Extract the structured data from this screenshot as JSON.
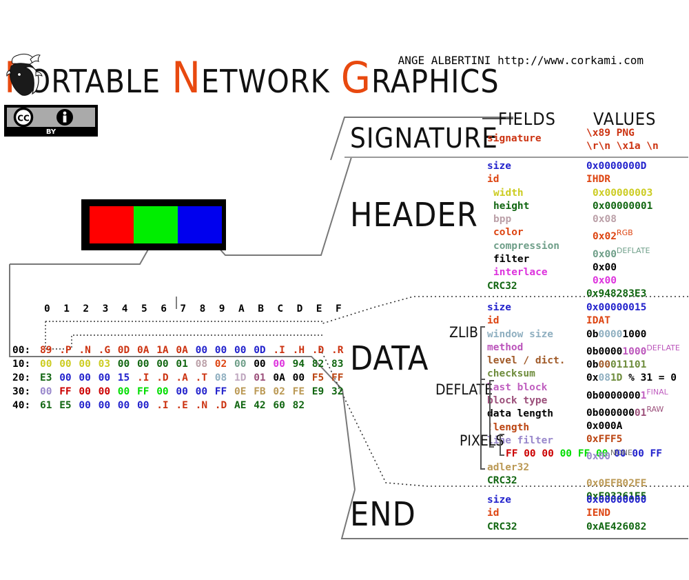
{
  "title": {
    "words": [
      "Portable",
      "Network",
      "Graphics"
    ],
    "accent_color": "#E8490F"
  },
  "author": {
    "name": "ANGE ALBERTINI",
    "url": "http://www.corkami.com",
    "avatar_icon": "face-mask-icon"
  },
  "license": {
    "badge": "cc-by-badge",
    "cc_text": "CC",
    "person_icon": "person-icon",
    "by_text": "BY"
  },
  "sample_image": {
    "name": "rgb-pixels-preview",
    "pixels": [
      "#FF0000",
      "#00EE00",
      "#0000EE"
    ]
  },
  "hexdump": {
    "columns": [
      "0",
      "1",
      "2",
      "3",
      "4",
      "5",
      "6",
      "7",
      "8",
      "9",
      "A",
      "B",
      "C",
      "D",
      "E",
      "F"
    ],
    "rows": [
      {
        "offset": "00:",
        "bytes": [
          {
            "t": "89",
            "c": "#CC3311"
          },
          {
            "t": ".P",
            "c": "#CC3311"
          },
          {
            "t": ".N",
            "c": "#CC3311"
          },
          {
            "t": ".G",
            "c": "#CC3311"
          },
          {
            "t": "0D",
            "c": "#CC3311"
          },
          {
            "t": "0A",
            "c": "#CC3311"
          },
          {
            "t": "1A",
            "c": "#CC3311"
          },
          {
            "t": "0A",
            "c": "#CC3311"
          },
          {
            "t": "00",
            "c": "#2222CC"
          },
          {
            "t": "00",
            "c": "#2222CC"
          },
          {
            "t": "00",
            "c": "#2222CC"
          },
          {
            "t": "0D",
            "c": "#2222CC"
          },
          {
            "t": ".I",
            "c": "#CC3311"
          },
          {
            "t": ".H",
            "c": "#CC3311"
          },
          {
            "t": ".D",
            "c": "#CC3311"
          },
          {
            "t": ".R",
            "c": "#CC3311"
          }
        ]
      },
      {
        "offset": "10:",
        "bytes": [
          {
            "t": "00",
            "c": "#CCCC22"
          },
          {
            "t": "00",
            "c": "#CCCC22"
          },
          {
            "t": "00",
            "c": "#CCCC22"
          },
          {
            "t": "03",
            "c": "#CCCC22"
          },
          {
            "t": "00",
            "c": "#116611"
          },
          {
            "t": "00",
            "c": "#116611"
          },
          {
            "t": "00",
            "c": "#116611"
          },
          {
            "t": "01",
            "c": "#116611"
          },
          {
            "t": "08",
            "c": "#BBA0A8"
          },
          {
            "t": "02",
            "c": "#DD4411"
          },
          {
            "t": "00",
            "c": "#6E9E88"
          },
          {
            "t": "00",
            "c": "#000000"
          },
          {
            "t": "00",
            "c": "#DD33DD"
          },
          {
            "t": "94",
            "c": "#116611"
          },
          {
            "t": "82",
            "c": "#116611"
          },
          {
            "t": "83",
            "c": "#116611"
          }
        ]
      },
      {
        "offset": "20:",
        "bytes": [
          {
            "t": "E3",
            "c": "#116611"
          },
          {
            "t": "00",
            "c": "#2222CC"
          },
          {
            "t": "00",
            "c": "#2222CC"
          },
          {
            "t": "00",
            "c": "#2222CC"
          },
          {
            "t": "15",
            "c": "#2222CC"
          },
          {
            "t": ".I",
            "c": "#CC3311"
          },
          {
            "t": ".D",
            "c": "#CC3311"
          },
          {
            "t": ".A",
            "c": "#CC3311"
          },
          {
            "t": ".T",
            "c": "#CC3311"
          },
          {
            "t": "08",
            "c": "#8FAFC0"
          },
          {
            "t": "1D",
            "c": "#C0A8C0"
          },
          {
            "t": "01",
            "c": "#9B4F7A"
          },
          {
            "t": "0A",
            "c": "#000000"
          },
          {
            "t": "00",
            "c": "#000000"
          },
          {
            "t": "F5",
            "c": "#BB4411"
          },
          {
            "t": "FF",
            "c": "#BB4411"
          }
        ]
      },
      {
        "offset": "30:",
        "bytes": [
          {
            "t": "00",
            "c": "#9988CC"
          },
          {
            "t": "FF",
            "c": "#CC0000"
          },
          {
            "t": "00",
            "c": "#CC0000"
          },
          {
            "t": "00",
            "c": "#CC0000"
          },
          {
            "t": "00",
            "c": "#00DD00"
          },
          {
            "t": "FF",
            "c": "#00DD00"
          },
          {
            "t": "00",
            "c": "#00DD00"
          },
          {
            "t": "00",
            "c": "#2222CC"
          },
          {
            "t": "00",
            "c": "#2222CC"
          },
          {
            "t": "FF",
            "c": "#2222CC"
          },
          {
            "t": "0E",
            "c": "#BB9955"
          },
          {
            "t": "FB",
            "c": "#BB9955"
          },
          {
            "t": "02",
            "c": "#BB9955"
          },
          {
            "t": "FE",
            "c": "#BB9955"
          },
          {
            "t": "E9",
            "c": "#116611"
          },
          {
            "t": "32",
            "c": "#116611"
          }
        ]
      },
      {
        "offset": "40:",
        "bytes": [
          {
            "t": "61",
            "c": "#116611"
          },
          {
            "t": "E5",
            "c": "#116611"
          },
          {
            "t": "00",
            "c": "#2222CC"
          },
          {
            "t": "00",
            "c": "#2222CC"
          },
          {
            "t": "00",
            "c": "#2222CC"
          },
          {
            "t": "00",
            "c": "#2222CC"
          },
          {
            "t": ".I",
            "c": "#CC3311"
          },
          {
            "t": ".E",
            "c": "#CC3311"
          },
          {
            "t": ".N",
            "c": "#CC3311"
          },
          {
            "t": ".D",
            "c": "#CC3311"
          },
          {
            "t": "AE",
            "c": "#116611"
          },
          {
            "t": "42",
            "c": "#116611"
          },
          {
            "t": "60",
            "c": "#116611"
          },
          {
            "t": "82",
            "c": "#116611"
          }
        ]
      }
    ]
  },
  "columns": {
    "fields": "FIELDS",
    "values": "VALUES"
  },
  "sections": [
    {
      "name": "SIGNATURE"
    },
    {
      "name": "HEADER"
    },
    {
      "name": "DATA",
      "groups": [
        "ZLIB",
        "DEFLATE",
        "PIXELS"
      ]
    },
    {
      "name": "END"
    }
  ],
  "signature": {
    "rows": [
      {
        "field": "signature",
        "fcolor": "#CC3311",
        "value": "\\x89 PNG",
        "vcolor": "#CC3311"
      },
      {
        "field": "",
        "fcolor": "#CC3311",
        "value": "\\r\\n \\x1a \\n",
        "vcolor": "#CC3311"
      }
    ]
  },
  "header": {
    "rows": [
      {
        "field": "size",
        "fcolor": "#2222CC",
        "indent": 0,
        "value": "0x0000000D",
        "vcolor": "#2222CC",
        "sup": ""
      },
      {
        "field": "id",
        "fcolor": "#DD4411",
        "indent": 0,
        "value": "IHDR",
        "vcolor": "#DD4411",
        "sup": ""
      },
      {
        "field": "width",
        "fcolor": "#CCCC22",
        "indent": 1,
        "value": "0x00000003",
        "vcolor": "#CCCC22",
        "sup": ""
      },
      {
        "field": "height",
        "fcolor": "#116611",
        "indent": 1,
        "value": "0x00000001",
        "vcolor": "#116611",
        "sup": ""
      },
      {
        "field": "bpp",
        "fcolor": "#BBA0A8",
        "indent": 1,
        "value": "0x08",
        "vcolor": "#BBA0A8",
        "sup": ""
      },
      {
        "field": "color",
        "fcolor": "#DD4411",
        "indent": 1,
        "value": "0x02",
        "vcolor": "#DD4411",
        "sup": "RGB"
      },
      {
        "field": "compression",
        "fcolor": "#6E9E88",
        "indent": 1,
        "value": "0x00",
        "vcolor": "#6E9E88",
        "sup": "DEFLATE"
      },
      {
        "field": "filter",
        "fcolor": "#000000",
        "indent": 1,
        "value": "0x00",
        "vcolor": "#000000",
        "sup": ""
      },
      {
        "field": "interlace",
        "fcolor": "#DD33DD",
        "indent": 1,
        "value": "0x00",
        "vcolor": "#DD33DD",
        "sup": ""
      },
      {
        "field": "CRC32",
        "fcolor": "#116611",
        "indent": 0,
        "value": "0x948283E3",
        "vcolor": "#116611",
        "sup": ""
      }
    ]
  },
  "data": {
    "rows": [
      {
        "field": "size",
        "fcolor": "#2222CC",
        "value": "0x00000015",
        "vcolor": "#2222CC",
        "sup": ""
      },
      {
        "field": "id",
        "fcolor": "#DD4411",
        "value": "IDAT",
        "vcolor": "#DD4411",
        "sup": ""
      },
      {
        "field": "window size",
        "fcolor": "#8FAFC0",
        "value": "0b00001000",
        "vcolor": "#000000",
        "sup": "",
        "segments": [
          {
            "t": "0b",
            "c": "#000000"
          },
          {
            "t": "0000",
            "c": "#8FAFC0"
          },
          {
            "t": "1000",
            "c": "#000000"
          }
        ]
      },
      {
        "field": "method",
        "fcolor": "#BB55BB",
        "value": "0b00001000",
        "vcolor": "#000000",
        "sup": "DEFLATE",
        "supcolor": "#BB55BB",
        "segments": [
          {
            "t": "0b0000",
            "c": "#000000"
          },
          {
            "t": "1000",
            "c": "#BB55BB"
          }
        ]
      },
      {
        "field": "level / dict.",
        "fcolor": "#A05A28",
        "value": "0b00011101",
        "vcolor": "#000000",
        "sup": "",
        "segments": [
          {
            "t": "0b",
            "c": "#000000"
          },
          {
            "t": "00",
            "c": "#A05A28"
          },
          {
            "t": "011101",
            "c": "#6E8C3C"
          }
        ]
      },
      {
        "field": "checksum",
        "fcolor": "#6E8C3C",
        "value": "0x081D % 31 = 0",
        "vcolor": "#000000",
        "sup": "",
        "segments": [
          {
            "t": "0x",
            "c": "#000000"
          },
          {
            "t": "08",
            "c": "#8FAFC0"
          },
          {
            "t": "1D",
            "c": "#6E8C3C"
          },
          {
            "t": " % 31 = 0",
            "c": "#000000"
          }
        ]
      },
      {
        "field": "last block",
        "fcolor": "#C060C0",
        "value": "0b00000001",
        "vcolor": "#000000",
        "sup": "FINAL",
        "supcolor": "#C060C0",
        "segments": [
          {
            "t": "0b0000000",
            "c": "#000000"
          },
          {
            "t": "1",
            "c": "#C060C0"
          }
        ]
      },
      {
        "field": "block type",
        "fcolor": "#9B4F7A",
        "value": "0b00000001",
        "vcolor": "#000000",
        "sup": "RAW",
        "supcolor": "#9B4F7A",
        "segments": [
          {
            "t": "0b000000",
            "c": "#000000"
          },
          {
            "t": "0",
            "c": "#9B4F7A"
          },
          {
            "t": "1",
            "c": "#9B4F7A"
          }
        ]
      },
      {
        "field": "data length",
        "fcolor": "#000000",
        "value": "0x000A",
        "vcolor": "#000000",
        "sup": ""
      },
      {
        "field": "!length",
        "fcolor": "#BB4411",
        "value": "0xFFF5",
        "vcolor": "#BB4411",
        "sup": ""
      },
      {
        "field": "line filter",
        "fcolor": "#9988CC",
        "value": "0x00",
        "vcolor": "#9988CC",
        "sup": "NONE",
        "supcolor": "#666666"
      },
      {
        "field": "pixels",
        "fcolor": "#000000",
        "value": "FF 00 00 00 FF 00 00 00 FF",
        "vcolor": "#000000",
        "sup": "",
        "is_pixels": true,
        "segments": [
          {
            "t": "FF 00 00",
            "c": "#CC0000"
          },
          {
            "t": " ",
            "c": "#000000"
          },
          {
            "t": "00 FF 00",
            "c": "#00DD00"
          },
          {
            "t": " ",
            "c": "#000000"
          },
          {
            "t": "00 00 FF",
            "c": "#2222CC"
          }
        ]
      },
      {
        "field": "adler32",
        "fcolor": "#BB9955",
        "value": "0x0EFB02FE",
        "vcolor": "#BB9955",
        "sup": ""
      },
      {
        "field": "CRC32",
        "fcolor": "#116611",
        "value": "0xE93261E5",
        "vcolor": "#116611",
        "sup": ""
      }
    ]
  },
  "end": {
    "rows": [
      {
        "field": "size",
        "fcolor": "#2222CC",
        "value": "0x00000000",
        "vcolor": "#2222CC"
      },
      {
        "field": "id",
        "fcolor": "#DD4411",
        "value": "IEND",
        "vcolor": "#DD4411"
      },
      {
        "field": "CRC32",
        "fcolor": "#116611",
        "value": "0xAE426082",
        "vcolor": "#116611"
      }
    ]
  }
}
